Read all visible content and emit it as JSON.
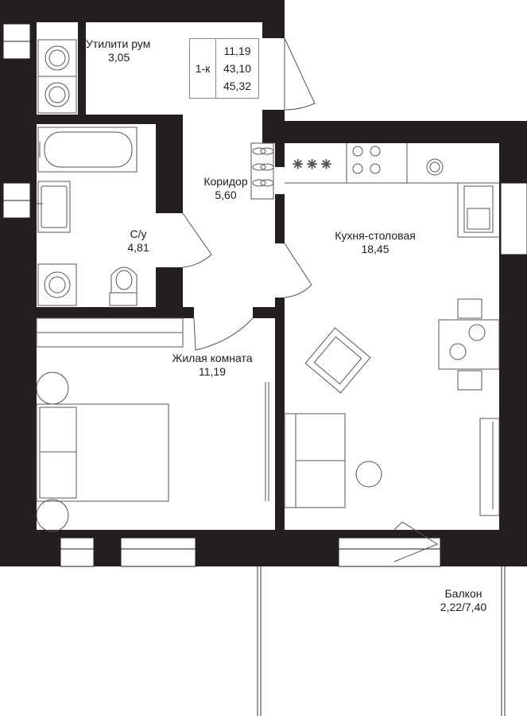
{
  "plan": {
    "apartment_type": "1-к",
    "areas": [
      "11,19",
      "43,10",
      "45,32"
    ]
  },
  "rooms": {
    "utility": {
      "name": "Утилити рум",
      "area": "3,05"
    },
    "bathroom": {
      "name": "С/у",
      "area": "4,81"
    },
    "corridor": {
      "name": "Коридор",
      "area": "5,60"
    },
    "kitchen": {
      "name": "Кухня-столовая",
      "area": "18,45"
    },
    "living": {
      "name": "Жилая комната",
      "area": "11,19"
    },
    "balcony": {
      "name": "Балкон",
      "area": "2,22/7,40"
    }
  },
  "colors": {
    "wall": "#231f20",
    "line": "#1d1d1b",
    "fixture_stroke": "#555555"
  }
}
